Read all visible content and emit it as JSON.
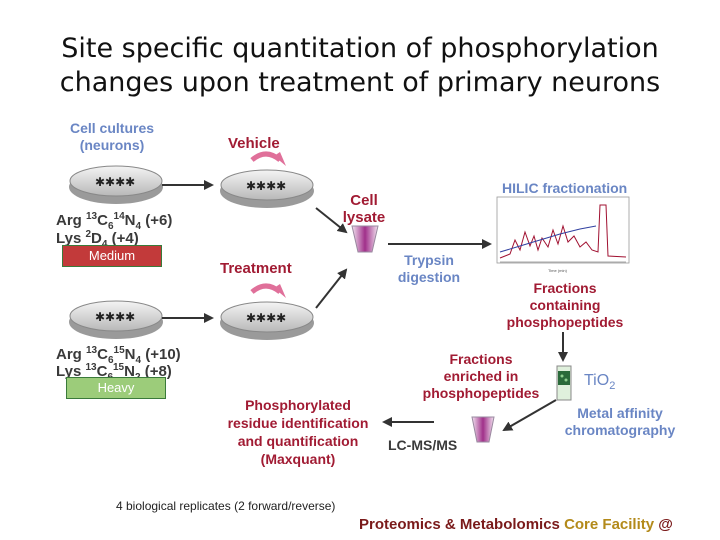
{
  "title_line1": "Site specific quantitation of phosphorylation",
  "title_line2": "changes upon treatment of primary neurons",
  "cell_cultures": [
    "Cell cultures",
    "(neurons)"
  ],
  "vehicle": "Vehicle",
  "treatment": "Treatment",
  "cell_lysate": [
    "Cell",
    "lysate"
  ],
  "medium_label": "Medium",
  "heavy_label": "Heavy",
  "medium_arg": {
    "pre": "Arg ",
    "iso1": "13",
    "el1": "C",
    "n1": "6",
    "iso2": "14",
    "el2": "N",
    "n2": "4",
    "post": " (+6)"
  },
  "medium_lys": {
    "pre": "Lys ",
    "iso1": "2",
    "el1": "D",
    "n1": "4",
    "post": " (+4)"
  },
  "heavy_arg": {
    "pre": "Arg ",
    "iso1": "13",
    "el1": "C",
    "n1": "6",
    "iso2": "15",
    "el2": "N",
    "n2": "4",
    "post": " (+10)"
  },
  "heavy_lys": {
    "pre": "Lys ",
    "iso1": "13",
    "el1": "C",
    "n1": "6",
    "iso2": "15",
    "el2": "N",
    "n2": "2",
    "post": " (+8)"
  },
  "trypsin": [
    "Trypsin",
    "digestion"
  ],
  "hilic": "HILIC fractionation",
  "fractions_phospho": [
    "Fractions",
    "containing",
    "phosphopeptides"
  ],
  "fractions_enriched": [
    "Fractions",
    "enriched in",
    "phosphopeptides"
  ],
  "tio2": {
    "el": "TiO",
    "n": "2"
  },
  "metal_affinity": [
    "Metal affinity",
    "chromatography"
  ],
  "phospho_residue": [
    "Phosphorylated",
    "residue identification",
    "and quantification",
    "(Maxquant)"
  ],
  "lcms": "LC-MS/MS",
  "footnote": "4 biological replicates (2 forward/reverse)",
  "footer": {
    "part1": "Proteomics & Metabolomics ",
    "part2": "Core Facility",
    "part3": " @"
  },
  "colors": {
    "blue_text": "#6a86c4",
    "red_text": "#a11b33",
    "medium": "#c23a3a",
    "heavy": "#9ccc7a",
    "tube": "#a0308a"
  }
}
